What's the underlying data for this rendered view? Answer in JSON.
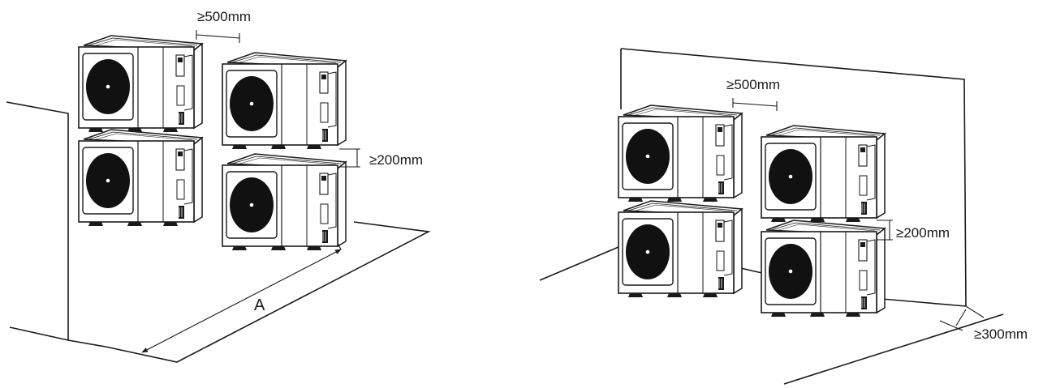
{
  "left_diagram": {
    "horizontal_gap": "≥500mm",
    "vertical_gap": "≥200mm",
    "depth_label": "A"
  },
  "right_diagram": {
    "horizontal_gap": "≥500mm",
    "vertical_gap": "≥200mm",
    "rear_gap": "≥300mm"
  },
  "colors": {
    "line": "#1a1a1a",
    "fan": "#111111",
    "background": "#ffffff"
  }
}
